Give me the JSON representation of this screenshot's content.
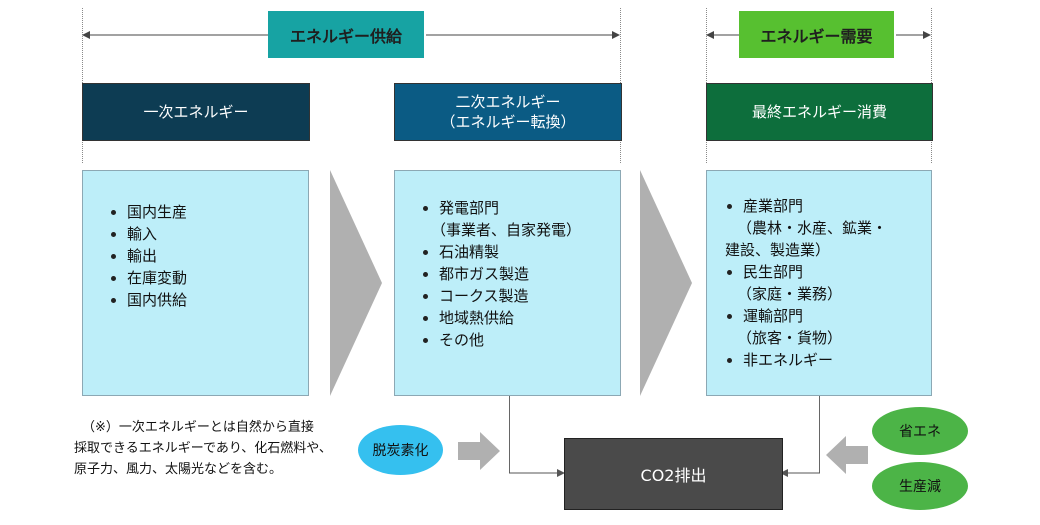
{
  "supply": {
    "label": "エネルギー供給",
    "color": "#17a3a3"
  },
  "demand": {
    "label": "エネルギー需要",
    "color": "#57c030"
  },
  "columns": [
    {
      "header_lines": [
        "一次エネルギー"
      ],
      "header_color": "#0d3c53",
      "items": [
        {
          "text": "国内生産"
        },
        {
          "text": "輸入"
        },
        {
          "text": "輸出"
        },
        {
          "text": "在庫変動"
        },
        {
          "text": "国内供給"
        }
      ]
    },
    {
      "header_lines": [
        "二次エネルギー",
        "（エネルギー転換）"
      ],
      "header_color": "#0b5b84",
      "items": [
        {
          "text": "発電部門",
          "sub": "（事業者、自家発電）"
        },
        {
          "text": "石油精製"
        },
        {
          "text": "都市ガス製造"
        },
        {
          "text": "コークス製造"
        },
        {
          "text": "地域熱供給"
        },
        {
          "text": "その他"
        }
      ]
    },
    {
      "header_lines": [
        "最終エネルギー消費"
      ],
      "header_color": "#0d6e3c",
      "items": [
        {
          "text": "産業部門",
          "sub": "（農林・水産、鉱業・",
          "sub2": "建設、製造業）"
        },
        {
          "text": "民生部門",
          "sub": "（家庭・業務）"
        },
        {
          "text": "運輸部門",
          "sub": "（旅客・貨物）"
        },
        {
          "text": "非エネルギー"
        }
      ]
    }
  ],
  "note_lines": [
    "（※）一次エネルギーとは自然から直接",
    "採取できるエネルギーであり、化石燃料や、",
    "原子力、風力、太陽光などを含む。"
  ],
  "decarbonization": {
    "label": "脱炭素化",
    "color": "#35c0ef"
  },
  "energy_saving": {
    "label": "省エネ",
    "color": "#4cb447"
  },
  "production_reduction": {
    "label": "生産減",
    "color": "#4cb447"
  },
  "co2": {
    "label": "CO2排出"
  }
}
